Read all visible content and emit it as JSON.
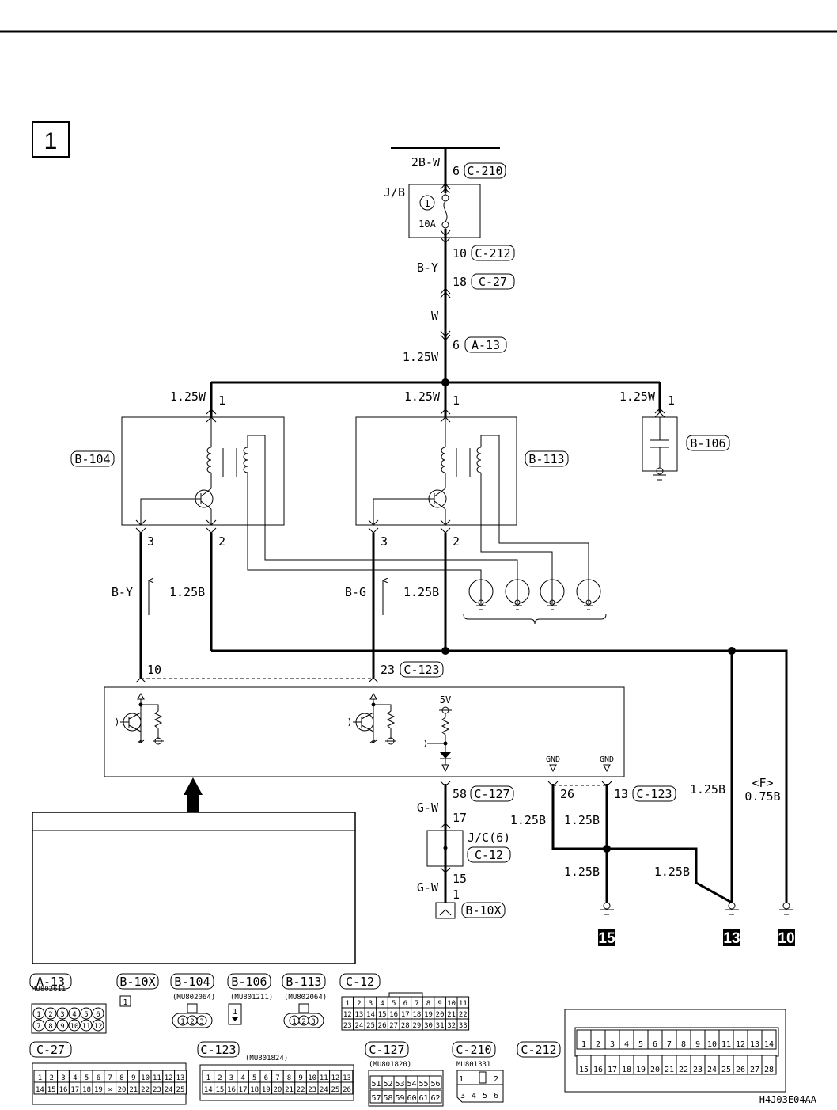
{
  "diagram": {
    "section_number": "1",
    "figure_code": "H4J03E04AA",
    "supply": {
      "wire_top": "2B-W",
      "pin_top": "6",
      "connector_top": "C-210",
      "junction_block": "J/B",
      "fuse_number": "1",
      "fuse_rating": "10A",
      "pin_bottom": "10",
      "connector_bottom": "C-212",
      "wire_mid": "B-Y",
      "pin_c27": "18",
      "connector_c27": "C-27",
      "wire_w": "W",
      "pin_a13": "6",
      "connector_a13": "A-13",
      "wire_main": "1.25W"
    },
    "relay_left": {
      "connector": "B-104",
      "wire_in": "1.25W",
      "pin_in": "1",
      "pin_ctrl": "3",
      "pin_out": "2",
      "wire_ctrl": "B-Y",
      "wire_out": "1.25B"
    },
    "relay_right": {
      "connector": "B-113",
      "wire_in": "1.25W",
      "pin_in": "1",
      "pin_ctrl": "3",
      "pin_out": "2",
      "wire_ctrl": "B-G",
      "wire_out": "1.25B"
    },
    "capacitor": {
      "connector": "B-106",
      "wire_in": "1.25W",
      "pin_in": "1"
    },
    "ecu": {
      "pin_left": "10",
      "pin_right": "23",
      "connector_top": "C-123",
      "supply_label": "5V",
      "gnd_label_1": "GND",
      "gnd_label_2": "GND",
      "pin_c127": "58",
      "connector_c127": "C-127",
      "pin_gnd_1": "26",
      "pin_gnd_2": "13",
      "connector_gnd": "C-123"
    },
    "diag": {
      "wire_1": "G-W",
      "pin_17": "17",
      "jc_label": "J/C(6)",
      "jc_connector": "C-12",
      "pin_15": "15",
      "wire_2": "G-W",
      "pin_1": "1",
      "connector": "B-10X"
    },
    "grounds": {
      "wire_a": "1.25B",
      "wire_b": "1.25B",
      "wire_c": "1.25B",
      "wire_d": "1.25B",
      "wire_e": "1.25B",
      "wire_f_variant": "<F>",
      "wire_f": "0.75B",
      "ground_15": "15",
      "ground_13": "13",
      "ground_10": "10"
    },
    "connectors": [
      {
        "name": "A-13",
        "part": "MU802611",
        "pins": [
          "1",
          "2",
          "3",
          "4",
          "5",
          "6",
          "7",
          "8",
          "9",
          "10",
          "11",
          "12"
        ]
      },
      {
        "name": "B-10X",
        "part": "",
        "pins": [
          "1"
        ]
      },
      {
        "name": "B-104",
        "part": "(MU802064)",
        "pins": [
          "1",
          "2",
          "3"
        ]
      },
      {
        "name": "B-106",
        "part": "(MU801211)",
        "pins": [
          "1"
        ]
      },
      {
        "name": "B-113",
        "part": "(MU802064)",
        "pins": [
          "1",
          "2",
          "3"
        ]
      },
      {
        "name": "C-12",
        "part": "",
        "pins": [
          "1",
          "2",
          "3",
          "4",
          "5",
          "6",
          "7",
          "8",
          "9",
          "10",
          "11",
          "12",
          "13",
          "14",
          "15",
          "16",
          "17",
          "18",
          "19",
          "20",
          "21",
          "22",
          "23",
          "24",
          "25",
          "26",
          "27",
          "28",
          "29",
          "30",
          "31",
          "32",
          "33"
        ]
      },
      {
        "name": "C-27",
        "part": "",
        "pins": [
          "1",
          "2",
          "3",
          "4",
          "5",
          "6",
          "7",
          "8",
          "9",
          "10",
          "11",
          "12",
          "13",
          "14",
          "15",
          "16",
          "17",
          "18",
          "19",
          "20",
          "21",
          "22",
          "23",
          "24",
          "25"
        ]
      },
      {
        "name": "C-123",
        "part": "(MU801824)",
        "pins": [
          "1",
          "2",
          "3",
          "4",
          "5",
          "6",
          "7",
          "8",
          "9",
          "10",
          "11",
          "12",
          "13",
          "14",
          "15",
          "16",
          "17",
          "18",
          "19",
          "20",
          "21",
          "22",
          "23",
          "24",
          "25",
          "26"
        ]
      },
      {
        "name": "C-127",
        "part": "(MU801820)",
        "pins": [
          "51",
          "52",
          "53",
          "54",
          "55",
          "56",
          "57",
          "58",
          "59",
          "60",
          "61",
          "62"
        ]
      },
      {
        "name": "C-210",
        "part": "MU801331",
        "pins": [
          "1",
          "2",
          "3",
          "4",
          "5",
          "6"
        ]
      },
      {
        "name": "C-212",
        "part": "",
        "pins": [
          "1",
          "2",
          "3",
          "4",
          "5",
          "6",
          "7",
          "8",
          "9",
          "10",
          "11",
          "12",
          "13",
          "14",
          "15",
          "16",
          "17",
          "18",
          "19",
          "20",
          "21",
          "22",
          "23",
          "24",
          "25",
          "26",
          "27",
          "28"
        ]
      }
    ]
  }
}
